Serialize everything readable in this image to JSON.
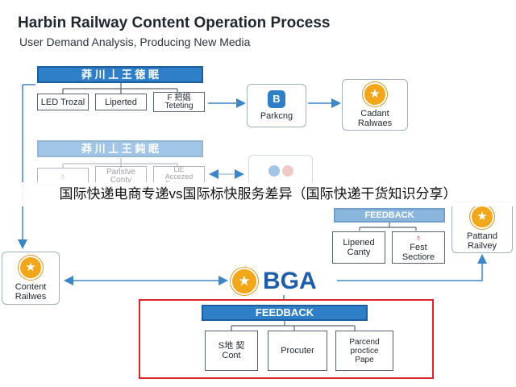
{
  "header": {
    "title": "Harbin Railway Content Operation Process",
    "subtitle": "User Demand Analysis, Producing New Media"
  },
  "top_section": {
    "banner": "莽 川 丄 王 徳 眠",
    "boxes": [
      "LED Trozal",
      "Liperted",
      "F 把娼\nTeteting"
    ],
    "parking_card": {
      "icon_letter": "B",
      "label": "Parkcng"
    },
    "cadant_card": {
      "label": "Cadant\nRalwaes"
    }
  },
  "middle_section": {
    "banner": "莽 川 丄 王 鈍 眠",
    "boxes": [
      "",
      "Parlstve\nContv",
      "LiE\nAccezed\nFeterres"
    ]
  },
  "overlay_caption": "国际快递电商专递vs国际标快服务差异（国际快递干货知识分享）",
  "feedback_small": {
    "banner": "FEEDBACK",
    "boxes": [
      "Lipened\nCanty",
      "Fest\nSectiore"
    ]
  },
  "pattand_card": {
    "label": "Pattand\nRailvey"
  },
  "content_card": {
    "label": "Content\nRailwes"
  },
  "center": {
    "label": "BGA"
  },
  "feedback_main": {
    "banner": "FEEDBACK",
    "boxes": [
      "S地 契\nCont",
      "Procuter",
      "Parcend\nproctice\nPape"
    ]
  },
  "colors": {
    "accent_blue": "#2f7fc8",
    "star_orange": "#f2a71b",
    "frame_red": "#d8262b"
  }
}
